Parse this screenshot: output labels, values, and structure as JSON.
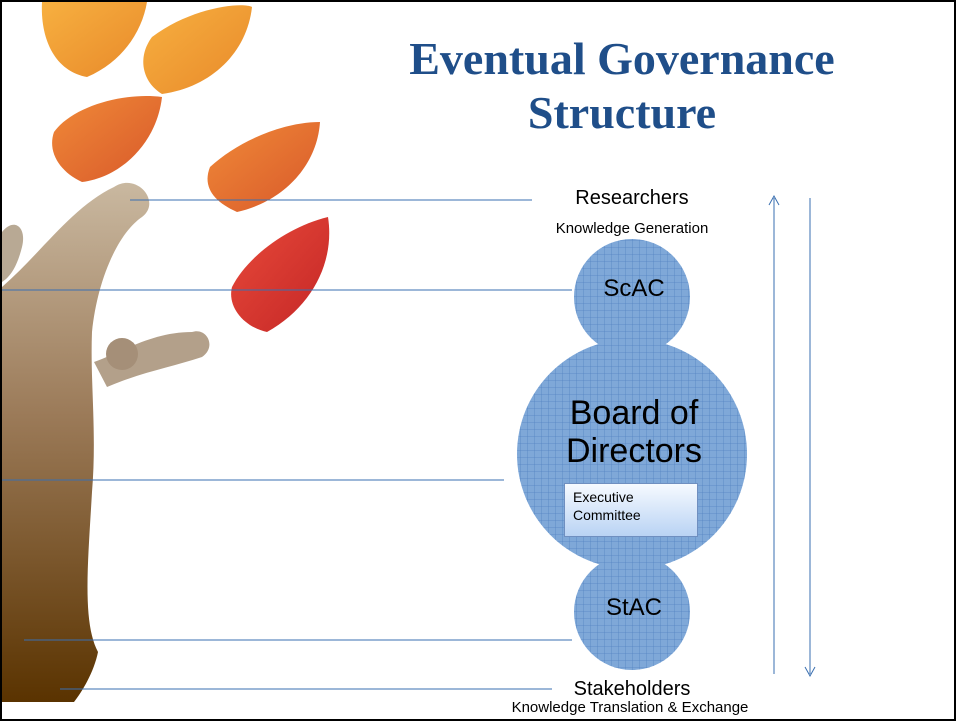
{
  "slide": {
    "title_line1": "Eventual Governance",
    "title_line2": "Structure"
  },
  "top": {
    "label": "Researchers",
    "sublabel": "Knowledge Generation"
  },
  "circles": {
    "scac": "ScAC",
    "board_line1": "Board of",
    "board_line2": "Directors",
    "stac": "StAC"
  },
  "exec_box": {
    "line1": "Executive",
    "line2": "Committee"
  },
  "bottom": {
    "label": "Stakeholders",
    "sublabel": "Knowledge Translation & Exchange"
  },
  "colors": {
    "title": "#1f4e89",
    "circle_fill": "#7fa8d8",
    "grid": "#4f7fc0",
    "connector_line": "#3a6fb0",
    "leaf_orange": "#f0a030",
    "leaf_red": "#d83030",
    "trunk_brown": "#7a5530"
  }
}
